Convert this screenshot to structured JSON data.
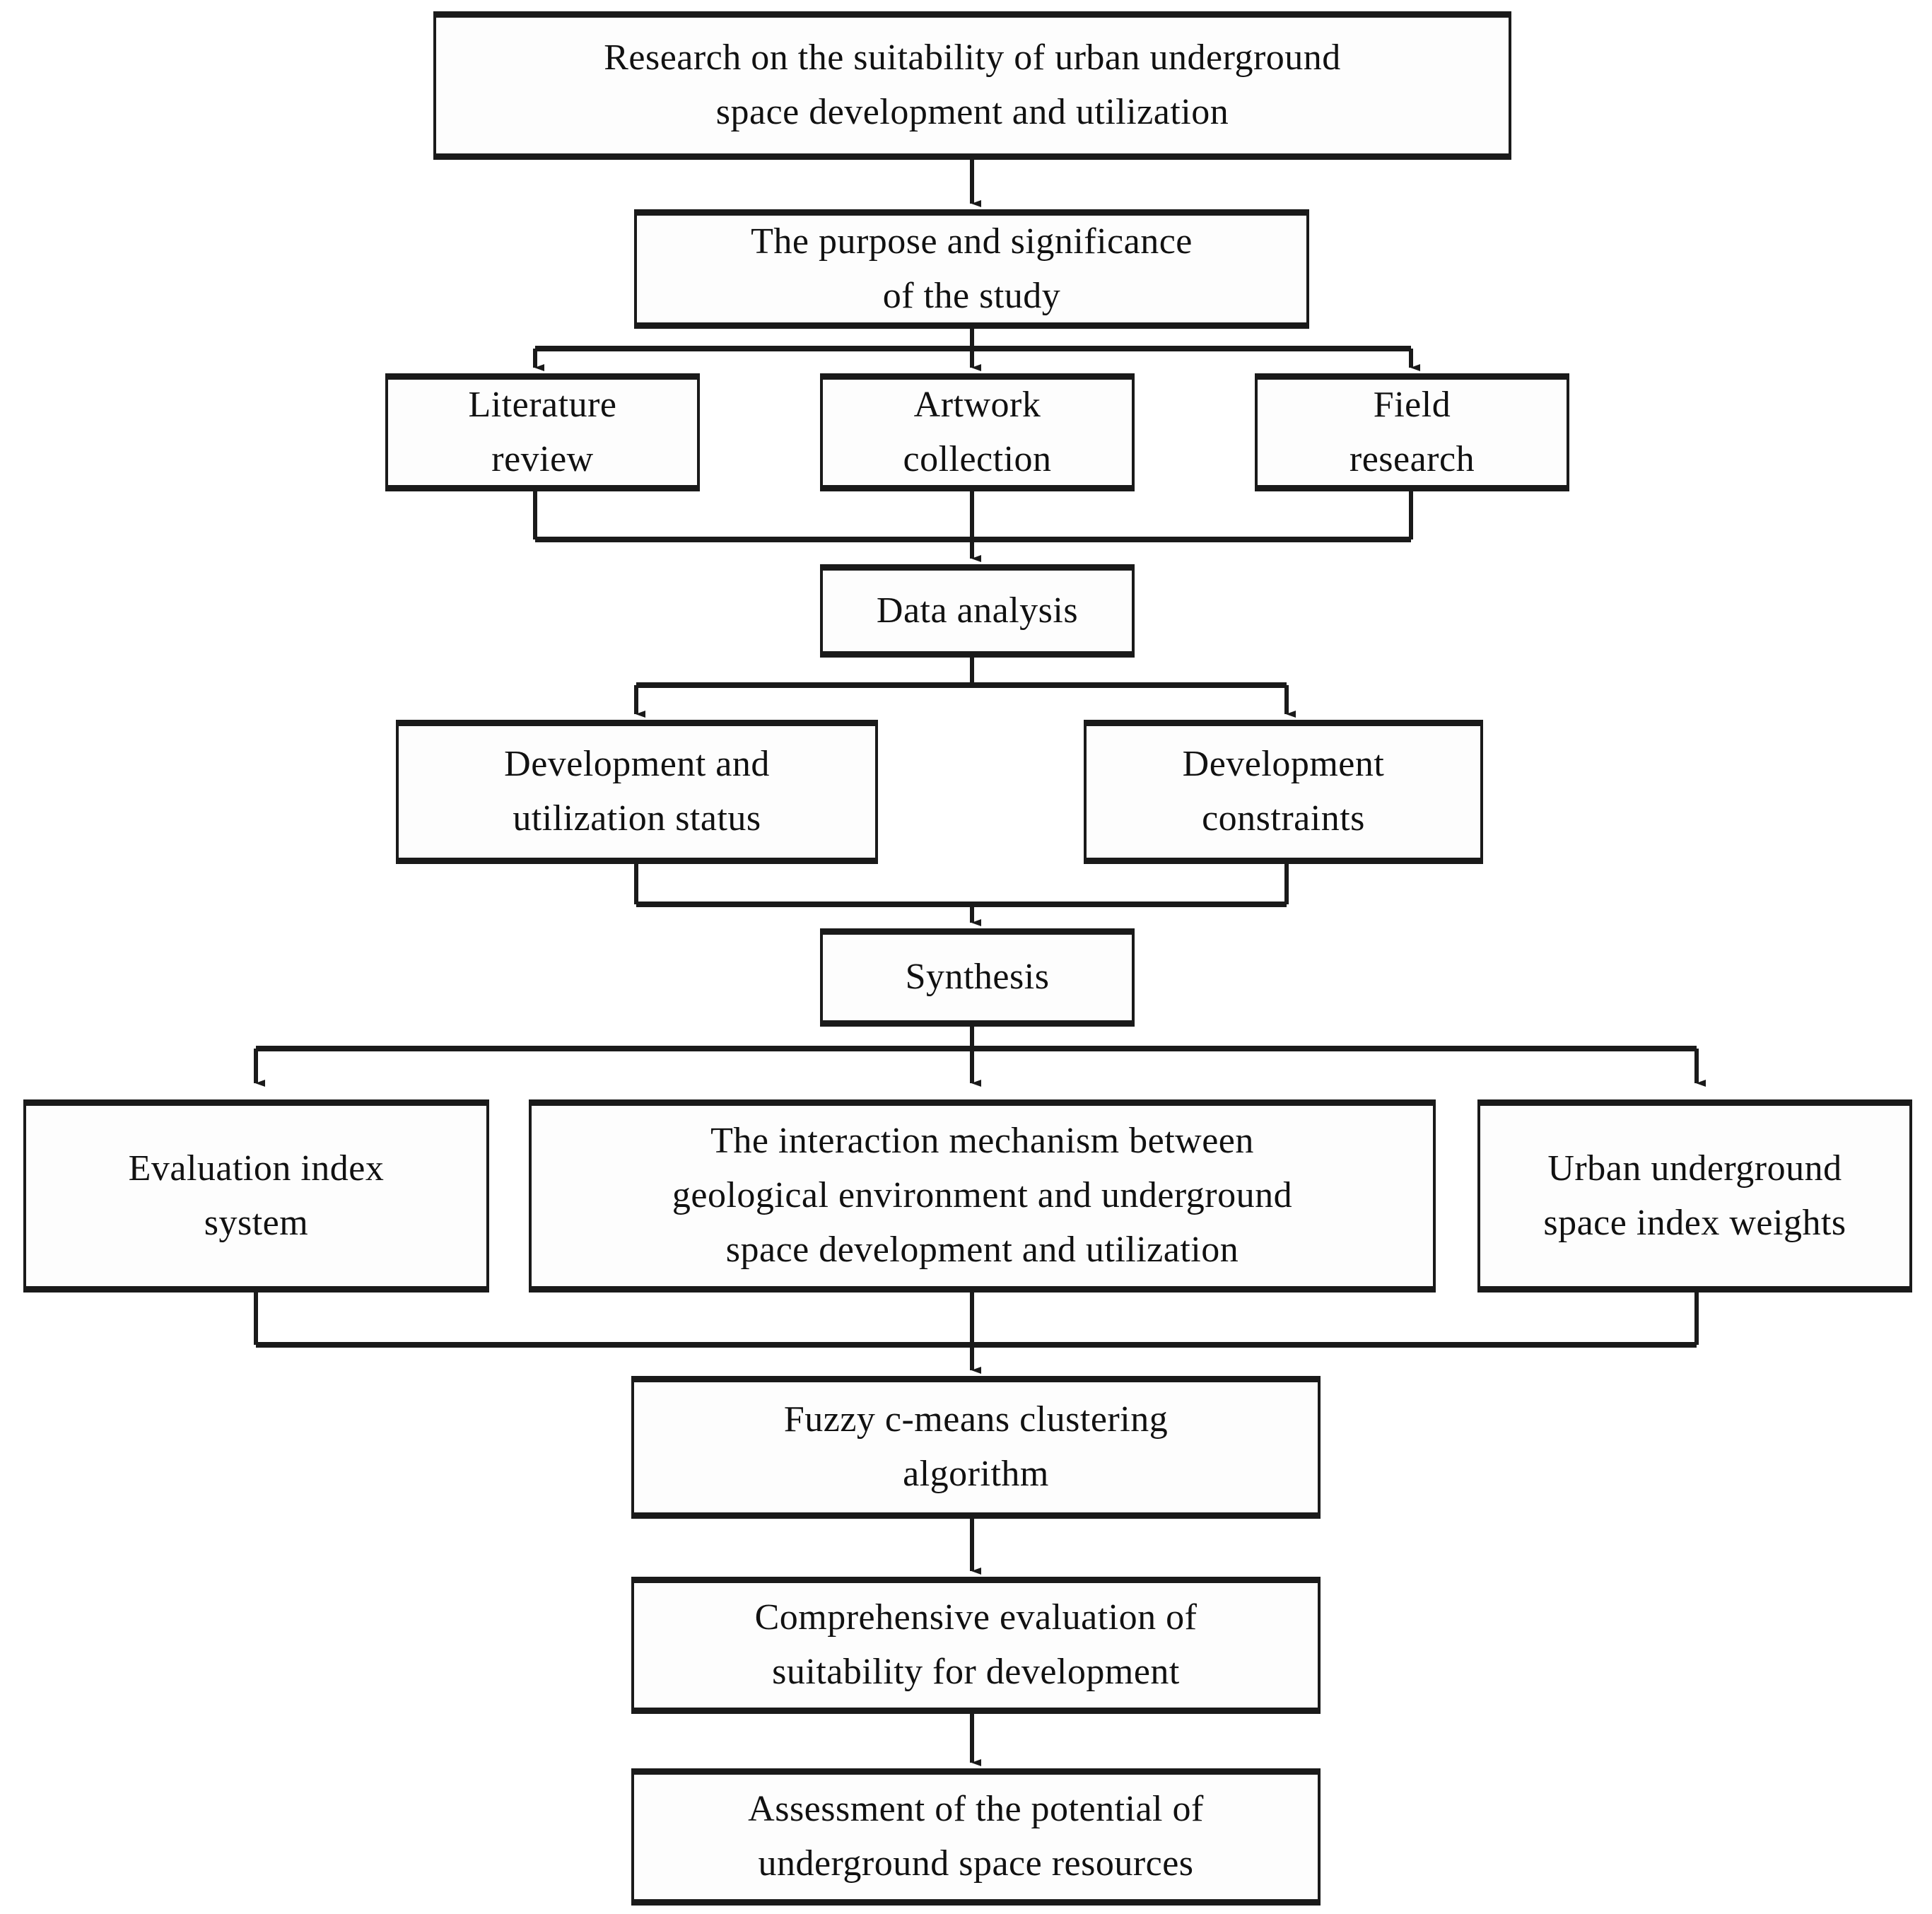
{
  "diagram": {
    "title": "Research flowchart for urban underground space suitability study",
    "background_color": "#ffffff",
    "line_color": "#1a1a1a",
    "text_color": "#111111"
  },
  "nodes": {
    "research_topic": "Research on the suitability of urban underground\nspace development and utilization",
    "purpose": "The purpose and significance\nof the study",
    "literature_review": "Literature\nreview",
    "artwork_collection": "Artwork\ncollection",
    "field_research": "Field\nresearch",
    "data_analysis": "Data analysis",
    "dev_status": "Development and\nutilization status",
    "dev_constraints": "Development\nconstraints",
    "synthesis": "Synthesis",
    "eval_index_system": "Evaluation index\nsystem",
    "interaction_mechanism": "The interaction mechanism between\ngeological environment and underground\nspace development and utilization",
    "index_weights": "Urban underground\nspace index weights",
    "fuzzy_cmeans": "Fuzzy c-means clustering\nalgorithm",
    "comprehensive_eval": "Comprehensive evaluation of\nsuitability for development",
    "potential_assessment": "Assessment of the potential of\nunderground space resources"
  },
  "edges": [
    {
      "from": "research_topic",
      "to": "purpose",
      "type": "straight-arrow"
    },
    {
      "from": "purpose",
      "to": "literature_review",
      "type": "split-arrow"
    },
    {
      "from": "purpose",
      "to": "artwork_collection",
      "type": "split-arrow"
    },
    {
      "from": "purpose",
      "to": "field_research",
      "type": "split-arrow"
    },
    {
      "from": "literature_review",
      "to": "data_analysis",
      "type": "merge-arrow"
    },
    {
      "from": "artwork_collection",
      "to": "data_analysis",
      "type": "merge-arrow"
    },
    {
      "from": "field_research",
      "to": "data_analysis",
      "type": "merge-arrow"
    },
    {
      "from": "data_analysis",
      "to": "dev_status",
      "type": "split-arrow"
    },
    {
      "from": "data_analysis",
      "to": "dev_constraints",
      "type": "split-arrow"
    },
    {
      "from": "dev_status",
      "to": "synthesis",
      "type": "merge-arrow"
    },
    {
      "from": "dev_constraints",
      "to": "synthesis",
      "type": "merge-arrow"
    },
    {
      "from": "synthesis",
      "to": "eval_index_system",
      "type": "split-arrow"
    },
    {
      "from": "synthesis",
      "to": "interaction_mechanism",
      "type": "split-arrow"
    },
    {
      "from": "synthesis",
      "to": "index_weights",
      "type": "split-arrow"
    },
    {
      "from": "eval_index_system",
      "to": "fuzzy_cmeans",
      "type": "merge-arrow"
    },
    {
      "from": "interaction_mechanism",
      "to": "fuzzy_cmeans",
      "type": "merge-arrow"
    },
    {
      "from": "index_weights",
      "to": "fuzzy_cmeans",
      "type": "merge-arrow"
    },
    {
      "from": "fuzzy_cmeans",
      "to": "comprehensive_eval",
      "type": "straight-arrow"
    },
    {
      "from": "comprehensive_eval",
      "to": "potential_assessment",
      "type": "straight-arrow"
    }
  ]
}
